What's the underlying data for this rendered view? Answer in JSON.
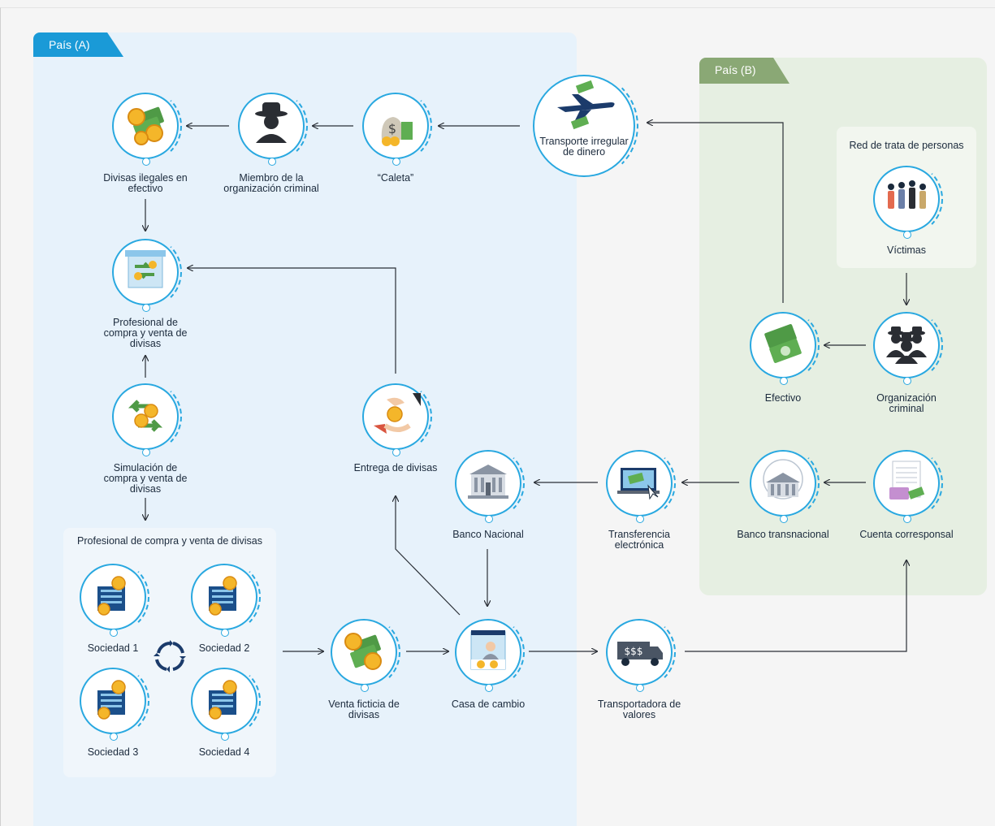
{
  "regions": {
    "country_a": "País (A)",
    "country_b": "País (B)"
  },
  "panels": {
    "network": "Red de trata de personas",
    "companies": "Profesional de compra y venta de divisas"
  },
  "nodes": {
    "cash_illegal": "Divisas ilegales en efectivo",
    "member": "Miembro de la organización criminal",
    "caleta": "“Caleta”",
    "transport_irregular": "Transporte irregular de dinero",
    "victims": "Víctimas",
    "professional": "Profesional de compra y venta de divisas",
    "simulation": "Simulación de compra y venta de divisas",
    "delivery": "Entrega de divisas",
    "cash_b": "Efectivo",
    "org_criminal": "Organización criminal",
    "national_bank": "Banco Nacional",
    "transfer": "Transferencia electrónica",
    "transnational_bank": "Banco transnacional",
    "correspondent": "Cuenta corresponsal",
    "company1": "Sociedad 1",
    "company2": "Sociedad 2",
    "company3": "Sociedad 3",
    "company4": "Sociedad 4",
    "fake_sale": "Venta ficticia de divisas",
    "exchange_house": "Casa de cambio",
    "security_transport": "Transportadora de valores"
  },
  "icons": {
    "cash_illegal": "coins-bills-icon",
    "member": "hat-man-icon",
    "caleta": "money-stash-icon",
    "transport_irregular": "airplane-icon",
    "victims": "people-group-icon",
    "professional": "exchange-booth-icon",
    "simulation": "exchange-arrows-icon",
    "delivery": "hand-coin-icon",
    "cash_b": "banknotes-icon",
    "org_criminal": "hat-men-group-icon",
    "national_bank": "bank-icon",
    "transfer": "laptop-transfer-icon",
    "transnational_bank": "globe-bank-icon",
    "correspondent": "document-card-icon",
    "company": "building-euro-icon",
    "fake_sale": "coins-bills-icon",
    "exchange_house": "exchange-window-icon",
    "security_transport": "armored-truck-icon",
    "cycle": "cycle-arrows-icon"
  },
  "colors": {
    "accent": "#29a8e0",
    "region_a": "#e7f2fb",
    "region_b": "#e6efe2",
    "tab_a": "#1a9ad7",
    "tab_b": "#8aa875"
  }
}
